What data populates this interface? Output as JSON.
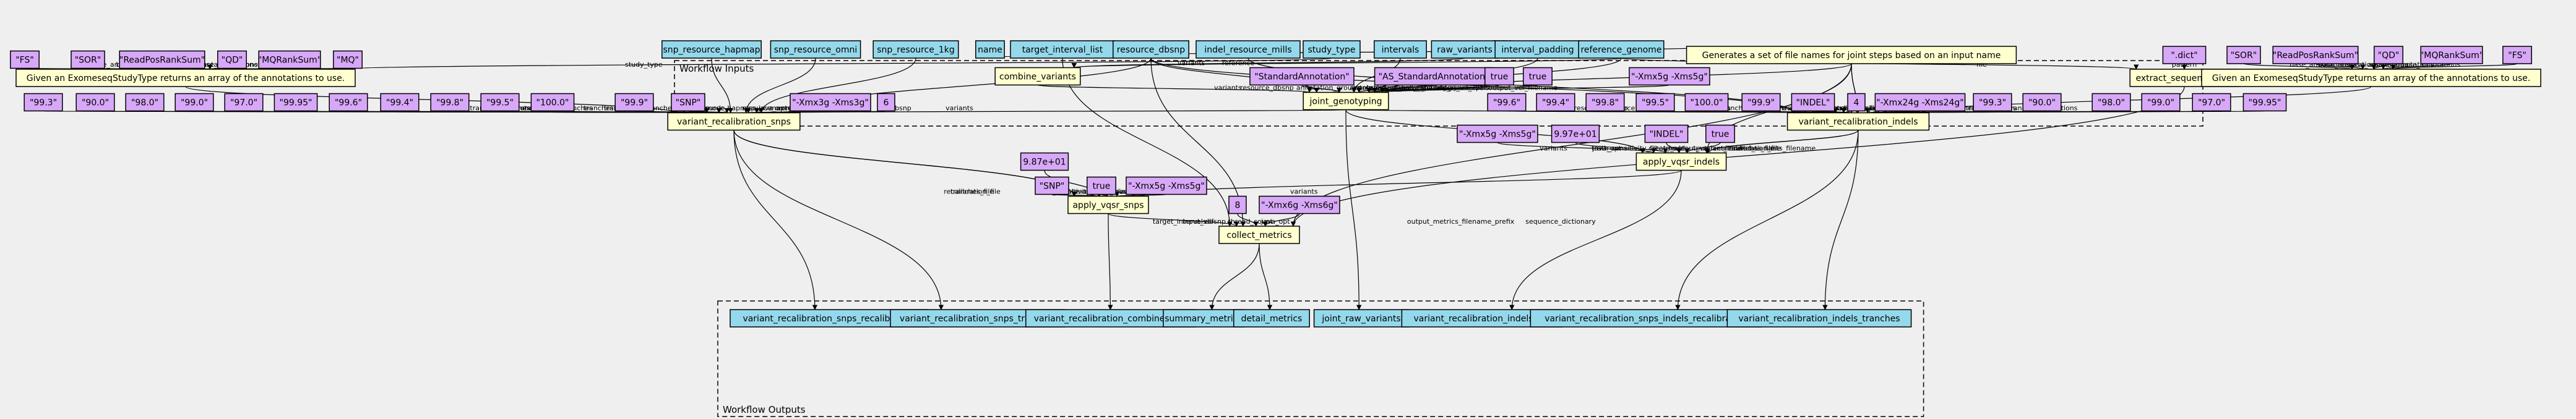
{
  "clusters": {
    "inputs_label": "Workflow Inputs",
    "outputs_label": "Workflow Outputs"
  },
  "nodes": [
    {
      "id": "snp_resource_hapmap",
      "label": "snp_resource_hapmap",
      "kind": "inp"
    },
    {
      "id": "snp_resource_omni",
      "label": "snp_resource_omni",
      "kind": "inp"
    },
    {
      "id": "snp_resource_1kg",
      "label": "snp_resource_1kg",
      "kind": "inp"
    },
    {
      "id": "name",
      "label": "name",
      "kind": "inp"
    },
    {
      "id": "target_interval_list",
      "label": "target_interval_list",
      "kind": "inp"
    },
    {
      "id": "resource_dbsnp",
      "label": "resource_dbsnp",
      "kind": "inp"
    },
    {
      "id": "indel_resource_mills",
      "label": "indel_resource_mills",
      "kind": "inp"
    },
    {
      "id": "study_type",
      "label": "study_type",
      "kind": "inp"
    },
    {
      "id": "intervals",
      "label": "intervals",
      "kind": "inp"
    },
    {
      "id": "raw_variants",
      "label": "raw_variants",
      "kind": "inp"
    },
    {
      "id": "interval_padding",
      "label": "interval_padding",
      "kind": "inp"
    },
    {
      "id": "reference_genome",
      "label": "reference_genome",
      "kind": "inp"
    },
    {
      "id": "l_fs1",
      "label": "\"FS\"",
      "kind": "lit"
    },
    {
      "id": "l_sor1",
      "label": "\"SOR\"",
      "kind": "lit"
    },
    {
      "id": "l_rprs1",
      "label": "\"ReadPosRankSum\"",
      "kind": "lit"
    },
    {
      "id": "l_qd1",
      "label": "\"QD\"",
      "kind": "lit"
    },
    {
      "id": "l_mqrs1",
      "label": "\"MQRankSum\"",
      "kind": "lit"
    },
    {
      "id": "l_mq1",
      "label": "\"MQ\"",
      "kind": "lit"
    },
    {
      "id": "ann_snps",
      "label": "Given an ExomeseqStudyType returns an array of the annotations to use.",
      "kind": "step"
    },
    {
      "id": "t_993a",
      "label": "\"99.3\"",
      "kind": "lit"
    },
    {
      "id": "t_900a",
      "label": "\"90.0\"",
      "kind": "lit"
    },
    {
      "id": "t_980a",
      "label": "\"98.0\"",
      "kind": "lit"
    },
    {
      "id": "t_990a",
      "label": "\"99.0\"",
      "kind": "lit"
    },
    {
      "id": "t_970a",
      "label": "\"97.0\"",
      "kind": "lit"
    },
    {
      "id": "t_9995a",
      "label": "\"99.95\"",
      "kind": "lit"
    },
    {
      "id": "t_996a",
      "label": "\"99.6\"",
      "kind": "lit"
    },
    {
      "id": "t_994a",
      "label": "\"99.4\"",
      "kind": "lit"
    },
    {
      "id": "t_998a",
      "label": "\"99.8\"",
      "kind": "lit"
    },
    {
      "id": "t_995a",
      "label": "\"99.5\"",
      "kind": "lit"
    },
    {
      "id": "t_1000a",
      "label": "\"100.0\"",
      "kind": "lit"
    },
    {
      "id": "t_999a",
      "label": "\"99.9\"",
      "kind": "lit"
    },
    {
      "id": "l_snp1",
      "label": "\"SNP\"",
      "kind": "lit"
    },
    {
      "id": "l_xmx3g",
      "label": "\"-Xmx3g -Xms3g\"",
      "kind": "lit"
    },
    {
      "id": "l_6a",
      "label": "6",
      "kind": "lit"
    },
    {
      "id": "vr_snps",
      "label": "variant_recalibration_snps",
      "kind": "step"
    },
    {
      "id": "combine_variants",
      "label": "combine_variants",
      "kind": "step"
    },
    {
      "id": "l_stdann",
      "label": "\"StandardAnnotation\"",
      "kind": "lit"
    },
    {
      "id": "l_asstdann",
      "label": "\"AS_StandardAnnotation\"",
      "kind": "lit"
    },
    {
      "id": "l_true1",
      "label": "true",
      "kind": "lit"
    },
    {
      "id": "l_true2",
      "label": "true",
      "kind": "lit"
    },
    {
      "id": "joint_genotyping",
      "label": "joint_genotyping",
      "kind": "step"
    },
    {
      "id": "l_xmx5g_a",
      "label": "\"-Xmx5g -Xms5g\"",
      "kind": "lit"
    },
    {
      "id": "gen_names",
      "label": "Generates a set of file names for joint steps based on an input name",
      "kind": "step"
    },
    {
      "id": "l_dict",
      "label": "\".dict\"",
      "kind": "lit"
    },
    {
      "id": "extract_seq",
      "label": "extract_sequence_dict",
      "kind": "step"
    },
    {
      "id": "l_sor2",
      "label": "\"SOR\"",
      "kind": "lit"
    },
    {
      "id": "l_rprs2",
      "label": "\"ReadPosRankSum\"",
      "kind": "lit"
    },
    {
      "id": "l_qd2",
      "label": "\"QD\"",
      "kind": "lit"
    },
    {
      "id": "l_mqrs2",
      "label": "\"MQRankSum\"",
      "kind": "lit"
    },
    {
      "id": "l_fs2",
      "label": "\"FS\"",
      "kind": "lit"
    },
    {
      "id": "ann_indels",
      "label": "Given an ExomeseqStudyType returns an array of the annotations to use.",
      "kind": "step"
    },
    {
      "id": "t_996b",
      "label": "\"99.6\"",
      "kind": "lit"
    },
    {
      "id": "t_994b",
      "label": "\"99.4\"",
      "kind": "lit"
    },
    {
      "id": "t_998b",
      "label": "\"99.8\"",
      "kind": "lit"
    },
    {
      "id": "t_995b",
      "label": "\"99.5\"",
      "kind": "lit"
    },
    {
      "id": "t_1000b",
      "label": "\"100.0\"",
      "kind": "lit"
    },
    {
      "id": "t_999b",
      "label": "\"99.9\"",
      "kind": "lit"
    },
    {
      "id": "l_indel1",
      "label": "\"INDEL\"",
      "kind": "lit"
    },
    {
      "id": "l_4",
      "label": "4",
      "kind": "lit"
    },
    {
      "id": "l_xmx24g",
      "label": "\"-Xmx24g -Xms24g\"",
      "kind": "lit"
    },
    {
      "id": "t_993b",
      "label": "\"99.3\"",
      "kind": "lit"
    },
    {
      "id": "t_900b",
      "label": "\"90.0\"",
      "kind": "lit"
    },
    {
      "id": "t_980b",
      "label": "\"98.0\"",
      "kind": "lit"
    },
    {
      "id": "t_990b",
      "label": "\"99.0\"",
      "kind": "lit"
    },
    {
      "id": "t_970b",
      "label": "\"97.0\"",
      "kind": "lit"
    },
    {
      "id": "t_9995b",
      "label": "\"99.95\"",
      "kind": "lit"
    },
    {
      "id": "vr_indels",
      "label": "variant_recalibration_indels",
      "kind": "step"
    },
    {
      "id": "l_xmx5g_b",
      "label": "\"-Xmx5g -Xms5g\"",
      "kind": "lit"
    },
    {
      "id": "l_997e01a",
      "label": "9.97e+01",
      "kind": "lit"
    },
    {
      "id": "l_indel2",
      "label": "\"INDEL\"",
      "kind": "lit"
    },
    {
      "id": "l_true3",
      "label": "true",
      "kind": "lit"
    },
    {
      "id": "apply_indels",
      "label": "apply_vqsr_indels",
      "kind": "step"
    },
    {
      "id": "l_987e01",
      "label": "9.87e+01",
      "kind": "lit"
    },
    {
      "id": "l_snp2",
      "label": "\"SNP\"",
      "kind": "lit"
    },
    {
      "id": "l_true4",
      "label": "true",
      "kind": "lit"
    },
    {
      "id": "l_xmx5g_c",
      "label": "\"-Xmx5g -Xms5g\"",
      "kind": "lit"
    },
    {
      "id": "apply_snps",
      "label": "apply_vqsr_snps",
      "kind": "step"
    },
    {
      "id": "l_8",
      "label": "8",
      "kind": "lit"
    },
    {
      "id": "l_xmx6g",
      "label": "\"-Xmx6g -Xms6g\"",
      "kind": "lit"
    },
    {
      "id": "collect_metrics",
      "label": "collect_metrics",
      "kind": "step"
    },
    {
      "id": "o1",
      "label": "variant_recalibration_snps_recalibration",
      "kind": "inp"
    },
    {
      "id": "o2",
      "label": "variant_recalibration_snps_tranches",
      "kind": "inp"
    },
    {
      "id": "o3",
      "label": "variant_recalibration_combined_vcf",
      "kind": "inp"
    },
    {
      "id": "o4",
      "label": "summary_metrics",
      "kind": "inp"
    },
    {
      "id": "o5",
      "label": "detail_metrics",
      "kind": "inp"
    },
    {
      "id": "o6",
      "label": "joint_raw_variants",
      "kind": "inp"
    },
    {
      "id": "o7",
      "label": "variant_recalibration_indels_vcf",
      "kind": "inp"
    },
    {
      "id": "o8",
      "label": "variant_recalibration_snps_indels_recalibration",
      "kind": "inp"
    },
    {
      "id": "o9",
      "label": "variant_recalibration_indels_tranches",
      "kind": "inp"
    }
  ],
  "edges": [
    {
      "from": "l_fs1",
      "to": "ann_snps",
      "label": "base_annotations"
    },
    {
      "from": "l_sor1",
      "to": "ann_snps",
      "label": "base_annotations"
    },
    {
      "from": "l_rprs1",
      "to": "ann_snps",
      "label": "base_annotations"
    },
    {
      "from": "l_qd1",
      "to": "ann_snps",
      "label": "base_annotations"
    },
    {
      "from": "l_mqrs1",
      "to": "ann_snps",
      "label": "base_annotations"
    },
    {
      "from": "l_mq1",
      "to": "ann_snps",
      "label": "base_annotations"
    },
    {
      "from": "study_type",
      "to": "ann_snps",
      "label": "study_type"
    },
    {
      "from": "ann_snps",
      "to": "vr_snps",
      "label": "annotations"
    },
    {
      "from": "t_993a",
      "to": "vr_snps",
      "label": "tranches"
    },
    {
      "from": "t_900a",
      "to": "vr_snps",
      "label": "tranches"
    },
    {
      "from": "t_980a",
      "to": "vr_snps",
      "label": "tranches"
    },
    {
      "from": "t_990a",
      "to": "vr_snps",
      "label": "tranches"
    },
    {
      "from": "t_970a",
      "to": "vr_snps",
      "label": "tranches"
    },
    {
      "from": "t_9995a",
      "to": "vr_snps",
      "label": "tranches"
    },
    {
      "from": "t_996a",
      "to": "vr_snps",
      "label": "tranches"
    },
    {
      "from": "t_994a",
      "to": "vr_snps",
      "label": "tranches"
    },
    {
      "from": "t_998a",
      "to": "vr_snps",
      "label": "tranches"
    },
    {
      "from": "t_995a",
      "to": "vr_snps",
      "label": "tranches"
    },
    {
      "from": "t_1000a",
      "to": "vr_snps",
      "label": "tranches"
    },
    {
      "from": "t_999a",
      "to": "vr_snps",
      "label": "tranches"
    },
    {
      "from": "l_snp1",
      "to": "vr_snps",
      "label": "mode"
    },
    {
      "from": "l_xmx3g",
      "to": "vr_snps",
      "label": "java_opt"
    },
    {
      "from": "l_6a",
      "to": "vr_snps",
      "label": "max_gaussians"
    },
    {
      "from": "snp_resource_hapmap",
      "to": "vr_snps",
      "label": "resource_hapmap"
    },
    {
      "from": "snp_resource_omni",
      "to": "vr_snps",
      "label": "resource_omni"
    },
    {
      "from": "snp_resource_1kg",
      "to": "vr_snps",
      "label": "resource_1kg"
    },
    {
      "from": "resource_dbsnp",
      "to": "vr_snps",
      "label": "dbsnp"
    },
    {
      "from": "name",
      "to": "gen_names",
      "label": "name"
    },
    {
      "from": "raw_variants",
      "to": "combine_variants",
      "label": "variants"
    },
    {
      "from": "reference_genome",
      "to": "combine_variants",
      "label": "reference"
    },
    {
      "from": "combine_variants",
      "to": "joint_genotyping",
      "label": "variants"
    },
    {
      "from": "l_stdann",
      "to": "joint_genotyping",
      "label": "annotation_groups"
    },
    {
      "from": "l_asstdann",
      "to": "joint_genotyping",
      "label": "annotation_groups"
    },
    {
      "from": "l_true1",
      "to": "joint_genotyping",
      "label": "use_new_qual_calculator"
    },
    {
      "from": "l_true2",
      "to": "joint_genotyping",
      "label": "only_output_calls_starting_in_intervals"
    },
    {
      "from": "intervals",
      "to": "joint_genotyping",
      "label": "intervals"
    },
    {
      "from": "interval_padding",
      "to": "joint_genotyping",
      "label": "interval_padding"
    },
    {
      "from": "l_xmx5g_a",
      "to": "joint_genotyping",
      "label": "java_opt"
    },
    {
      "from": "resource_dbsnp",
      "to": "joint_genotyping",
      "label": "resource_dbsnp"
    },
    {
      "from": "reference_genome",
      "to": "joint_genotyping",
      "label": "reference"
    },
    {
      "from": "gen_names",
      "to": "joint_genotyping",
      "label": "output_vcf_filename"
    },
    {
      "from": "joint_genotyping",
      "to": "vr_snps",
      "label": "variants"
    },
    {
      "from": "joint_genotyping",
      "to": "vr_indels",
      "label": "variants"
    },
    {
      "from": "gen_names",
      "to": "vr_indels",
      "label": "output_recalibration_filename"
    },
    {
      "from": "gen_names",
      "to": "vr_indels",
      "label": "output_tranches_filename"
    },
    {
      "from": "gen_names",
      "to": "apply_indels",
      "label": "output_recalibrated_variants_filename"
    },
    {
      "from": "gen_names",
      "to": "collect_metrics",
      "label": "output_metrics_filename_prefix"
    },
    {
      "from": "l_dict",
      "to": "extract_seq",
      "label": "pattern"
    },
    {
      "from": "reference_genome",
      "to": "extract_seq",
      "label": "file"
    },
    {
      "from": "extract_seq",
      "to": "collect_metrics",
      "label": "sequence_dictionary"
    },
    {
      "from": "l_sor2",
      "to": "ann_indels",
      "label": "base_annotations"
    },
    {
      "from": "l_rprs2",
      "to": "ann_indels",
      "label": "base_annotations"
    },
    {
      "from": "l_qd2",
      "to": "ann_indels",
      "label": "base_annotations"
    },
    {
      "from": "l_mqrs2",
      "to": "ann_indels",
      "label": "base_annotations"
    },
    {
      "from": "l_fs2",
      "to": "ann_indels",
      "label": "base_annotations"
    },
    {
      "from": "ann_indels",
      "to": "vr_indels",
      "label": "annotations"
    },
    {
      "from": "t_996b",
      "to": "vr_indels",
      "label": "tranches"
    },
    {
      "from": "t_994b",
      "to": "vr_indels",
      "label": "tranches"
    },
    {
      "from": "t_998b",
      "to": "vr_indels",
      "label": "tranches"
    },
    {
      "from": "t_995b",
      "to": "vr_indels",
      "label": "tranches"
    },
    {
      "from": "t_1000b",
      "to": "vr_indels",
      "label": "tranches"
    },
    {
      "from": "t_999b",
      "to": "vr_indels",
      "label": "tranches"
    },
    {
      "from": "l_indel1",
      "to": "vr_indels",
      "label": "mode"
    },
    {
      "from": "l_4",
      "to": "vr_indels",
      "label": "max_gaussians"
    },
    {
      "from": "l_xmx24g",
      "to": "vr_indels",
      "label": "java_opt"
    },
    {
      "from": "t_993b",
      "to": "vr_indels",
      "label": "tranches"
    },
    {
      "from": "t_900b",
      "to": "vr_indels",
      "label": "tranches"
    },
    {
      "from": "t_980b",
      "to": "vr_indels",
      "label": "tranches"
    },
    {
      "from": "t_990b",
      "to": "vr_indels",
      "label": "tranches"
    },
    {
      "from": "t_970b",
      "to": "vr_indels",
      "label": "tranches"
    },
    {
      "from": "t_9995b",
      "to": "vr_indels",
      "label": "tranches"
    },
    {
      "from": "indel_resource_mills",
      "to": "vr_indels",
      "label": "resource_mills"
    },
    {
      "from": "resource_dbsnp",
      "to": "vr_indels",
      "label": "resource_dbsnp"
    },
    {
      "from": "joint_genotyping",
      "to": "apply_indels",
      "label": "variants"
    },
    {
      "from": "l_xmx5g_b",
      "to": "apply_indels",
      "label": "java_opt"
    },
    {
      "from": "l_997e01a",
      "to": "apply_indels",
      "label": "truth_sensitivity_filter_level"
    },
    {
      "from": "l_indel2",
      "to": "apply_indels",
      "label": "mode"
    },
    {
      "from": "l_true3",
      "to": "apply_indels",
      "label": "create_output_variant_index"
    },
    {
      "from": "vr_indels",
      "to": "apply_indels",
      "label": "recalibration_file"
    },
    {
      "from": "vr_indels",
      "to": "apply_indels",
      "label": "tranches_file"
    },
    {
      "from": "apply_indels",
      "to": "apply_snps",
      "label": "variants"
    },
    {
      "from": "l_987e01",
      "to": "apply_snps",
      "label": "truth_sensitivity_filter_level"
    },
    {
      "from": "l_snp2",
      "to": "apply_snps",
      "label": "mode"
    },
    {
      "from": "l_true4",
      "to": "apply_snps",
      "label": "create_output_variant_index"
    },
    {
      "from": "l_xmx5g_c",
      "to": "apply_snps",
      "label": "java_opt"
    },
    {
      "from": "vr_snps",
      "to": "apply_snps",
      "label": "recalibration_file"
    },
    {
      "from": "vr_snps",
      "to": "apply_snps",
      "label": "tranches_file"
    },
    {
      "from": "apply_snps",
      "to": "collect_metrics",
      "label": "input_vcf"
    },
    {
      "from": "l_8",
      "to": "collect_metrics",
      "label": "thread_count"
    },
    {
      "from": "l_xmx6g",
      "to": "collect_metrics",
      "label": "java_opt"
    },
    {
      "from": "resource_dbsnp",
      "to": "collect_metrics",
      "label": "dbsnp"
    },
    {
      "from": "target_interval_list",
      "to": "collect_metrics",
      "label": "target_intervals"
    },
    {
      "from": "vr_snps",
      "to": "o1",
      "label": ""
    },
    {
      "from": "vr_snps",
      "to": "o2",
      "label": ""
    },
    {
      "from": "apply_snps",
      "to": "o3",
      "label": ""
    },
    {
      "from": "collect_metrics",
      "to": "o4",
      "label": ""
    },
    {
      "from": "collect_metrics",
      "to": "o5",
      "label": ""
    },
    {
      "from": "joint_genotyping",
      "to": "o6",
      "label": ""
    },
    {
      "from": "apply_indels",
      "to": "o7",
      "label": ""
    },
    {
      "from": "vr_indels",
      "to": "o8",
      "label": ""
    },
    {
      "from": "vr_indels",
      "to": "o9",
      "label": ""
    }
  ]
}
